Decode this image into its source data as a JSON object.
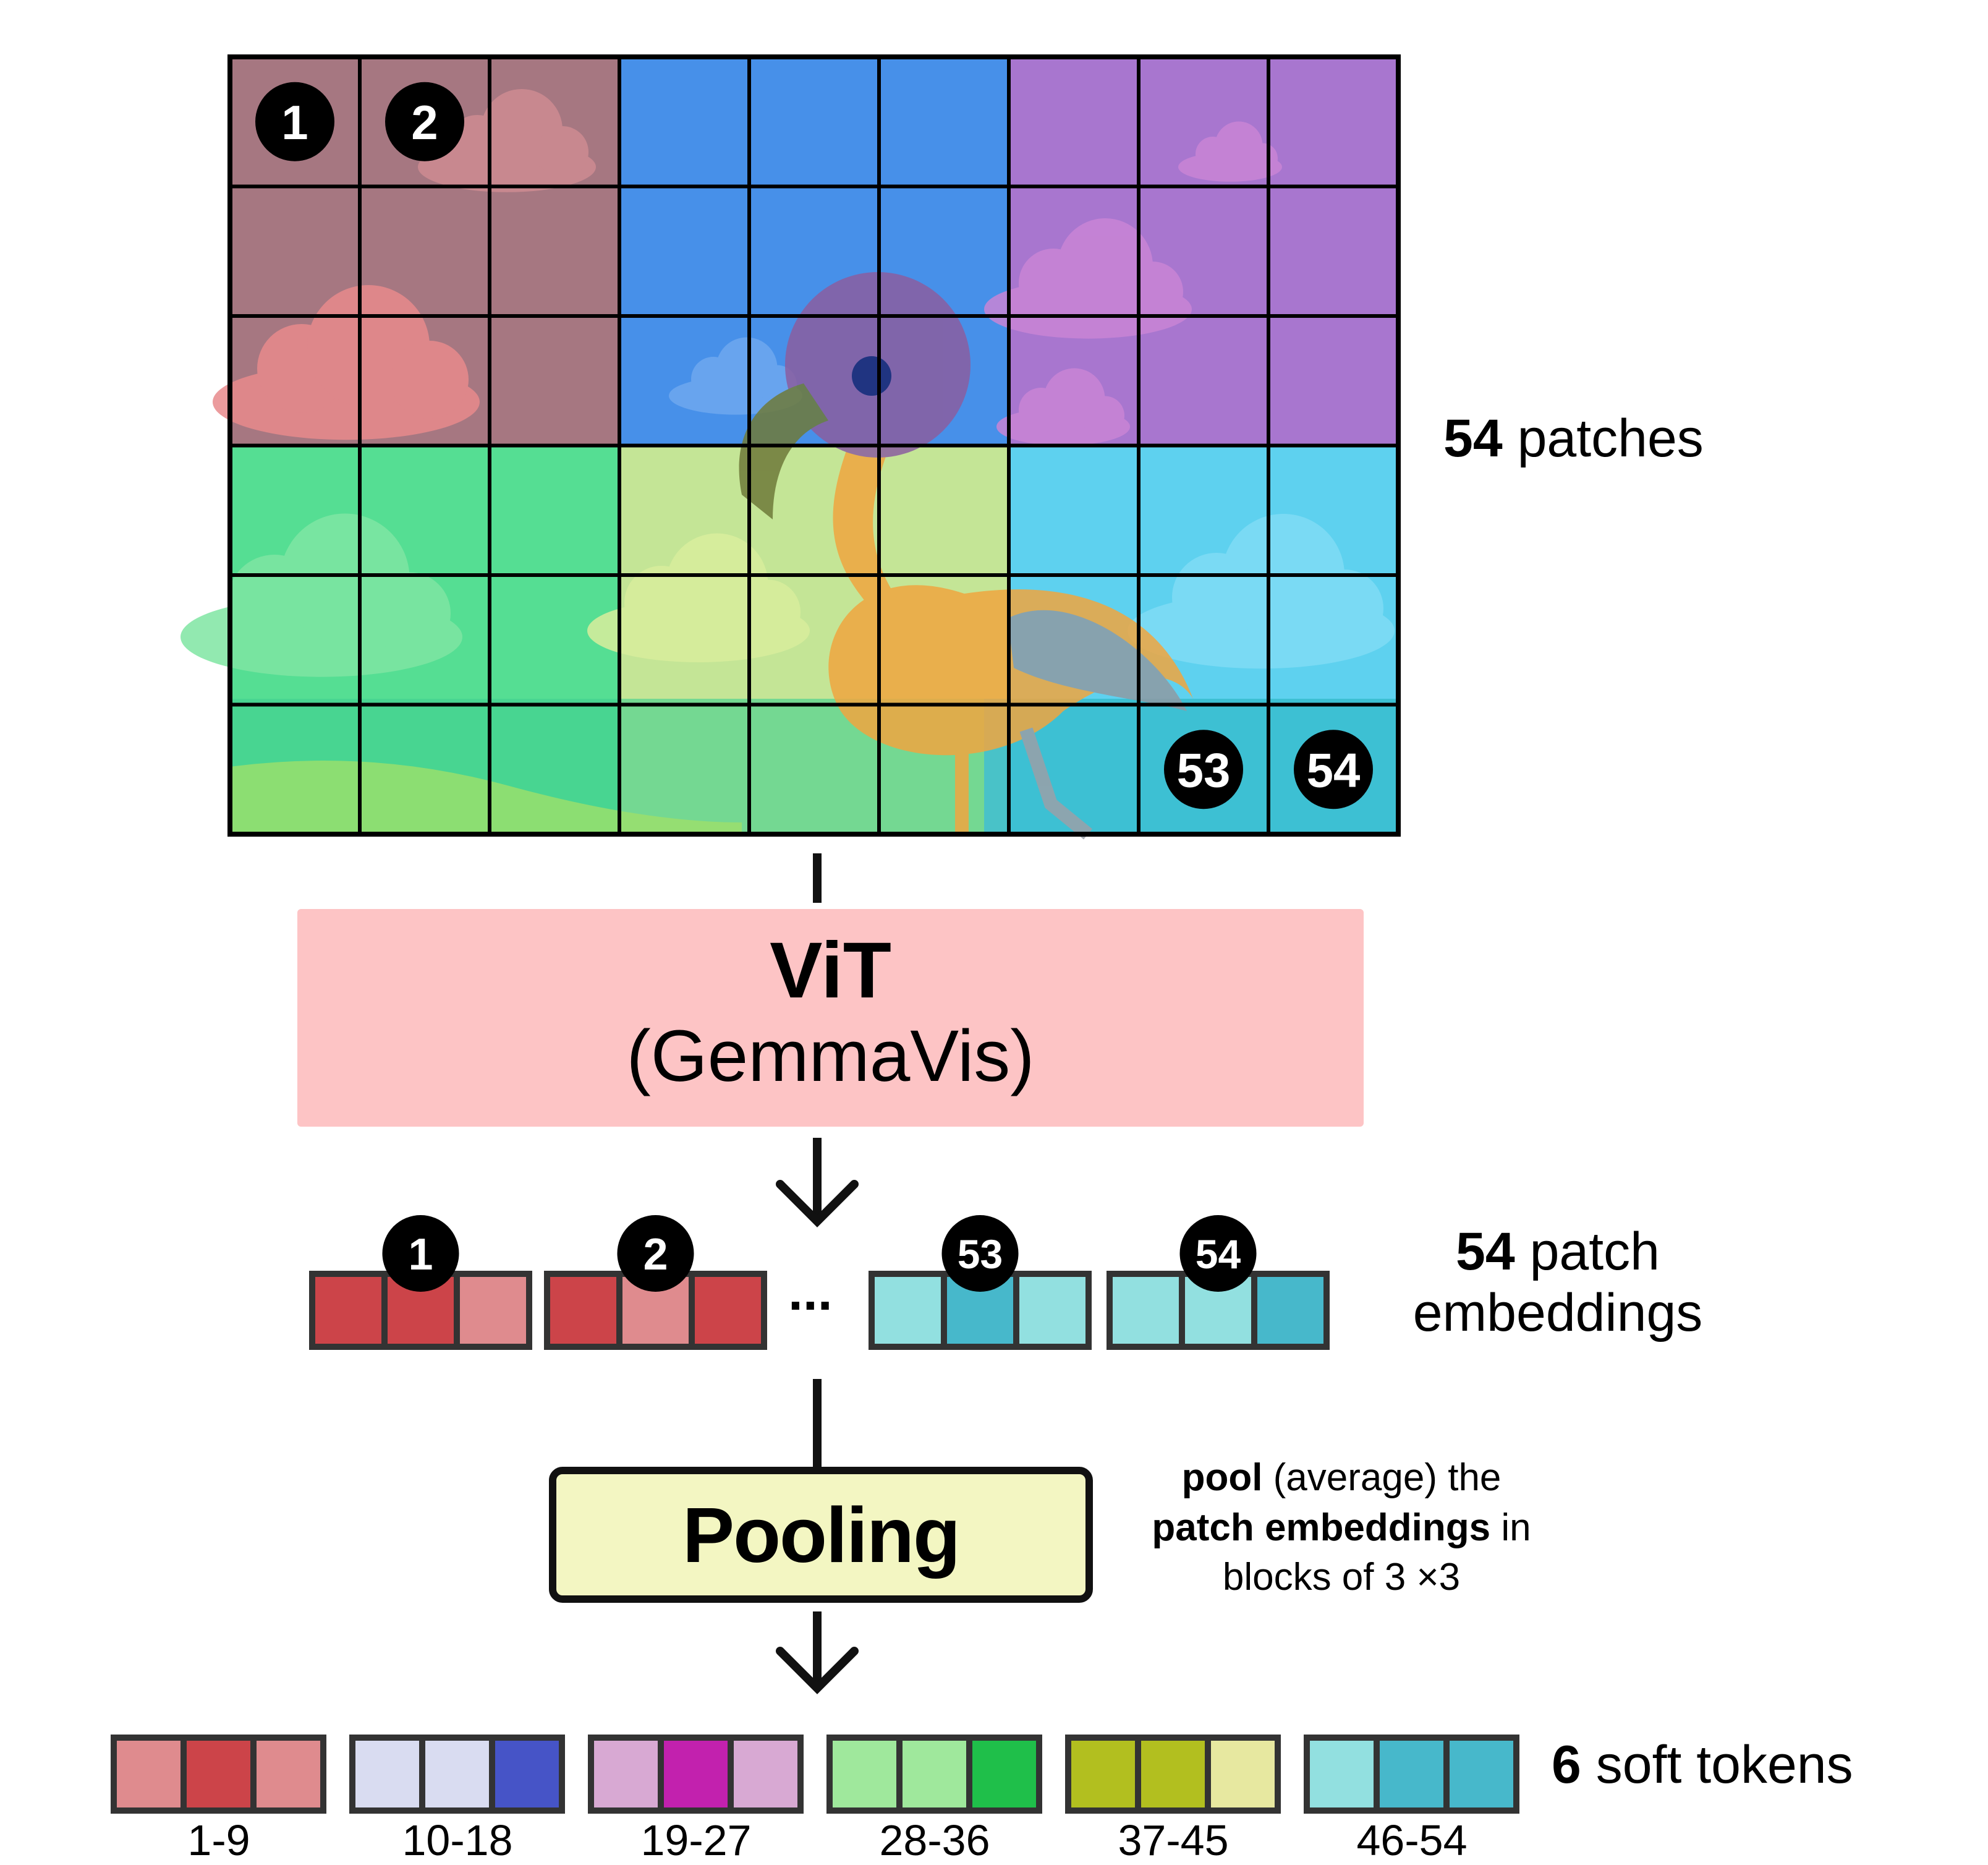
{
  "patch_grid": {
    "rows": 6,
    "cols": 9,
    "region_colors": [
      "#a67781",
      "#4790e9",
      "#a876cf",
      "#55de93",
      "#c4e596",
      "#5ed1ef"
    ],
    "badges": [
      "1",
      "2",
      "53",
      "54"
    ]
  },
  "labels": {
    "patches_count": "54",
    "patches_word": "patches",
    "vit_title": "ViT",
    "vit_subtitle": "(GemmaVis)",
    "embeddings_count": "54",
    "embeddings_word": "patch",
    "embeddings_word2": "embeddings",
    "ellipsis": "...",
    "pooling": "Pooling",
    "note_bold1": "pool",
    "note_text1": " (average) the",
    "note_bold2": "patch embeddings",
    "note_text2": " in",
    "note_text3": "blocks of 3 ×3",
    "soft_count": "6",
    "soft_word": "soft tokens"
  },
  "embeddings": [
    {
      "badge": "1",
      "cells": [
        "#cc4449",
        "#cc4449",
        "#df8b8e"
      ]
    },
    {
      "badge": "2",
      "cells": [
        "#cc4449",
        "#df8b8e",
        "#cc4449"
      ]
    },
    {
      "badge": "53",
      "cells": [
        "#92e0e0",
        "#47b8cb",
        "#92e0e0"
      ]
    },
    {
      "badge": "54",
      "cells": [
        "#92e0e0",
        "#92e0e0",
        "#47b8cb"
      ]
    }
  ],
  "soft_tokens": [
    {
      "range": "1-9",
      "cells": [
        "#df8b8e",
        "#cc4449",
        "#df8b8e"
      ]
    },
    {
      "range": "10-18",
      "cells": [
        "#d9dcf1",
        "#d9dcf1",
        "#4654c7"
      ]
    },
    {
      "range": "19-27",
      "cells": [
        "#d8a9d3",
        "#c221ae",
        "#d8a9d3"
      ]
    },
    {
      "range": "28-36",
      "cells": [
        "#9fe89c",
        "#9fe89c",
        "#1fbf4a"
      ]
    },
    {
      "range": "37-45",
      "cells": [
        "#b2bf1f",
        "#b2bf1f",
        "#e7e8a0"
      ]
    },
    {
      "range": "46-54",
      "cells": [
        "#92e0e0",
        "#47b8cb",
        "#47b8cb"
      ]
    }
  ]
}
